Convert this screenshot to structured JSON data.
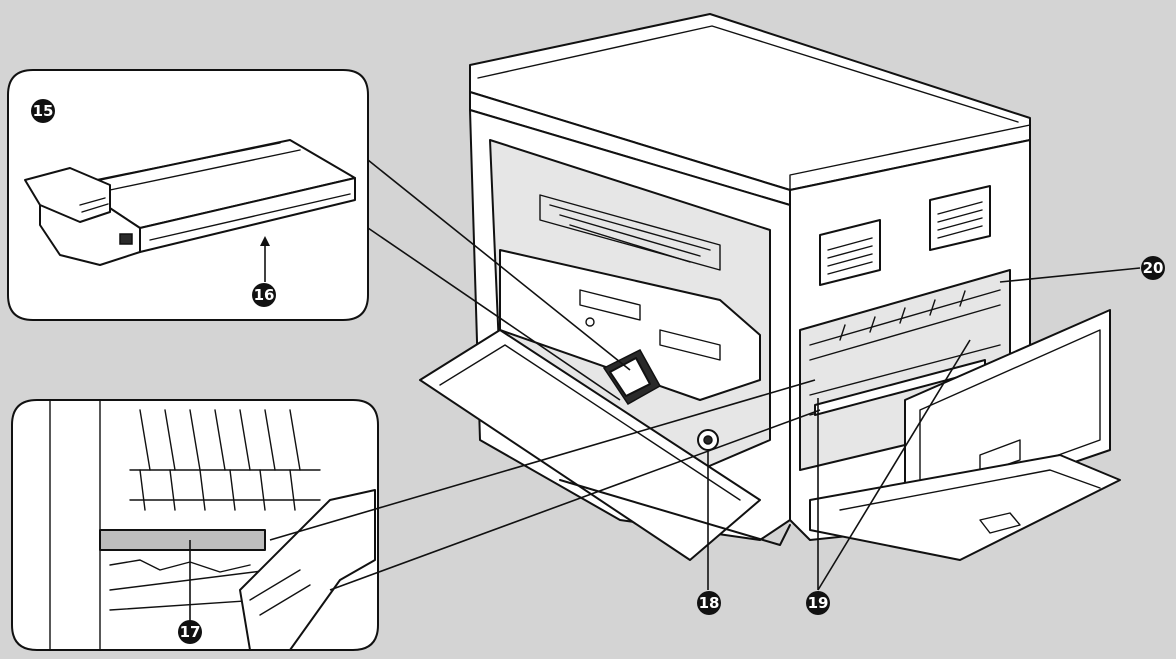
{
  "callouts": [
    {
      "id": "15",
      "label": "15"
    },
    {
      "id": "16",
      "label": "16"
    },
    {
      "id": "17",
      "label": "17"
    },
    {
      "id": "18",
      "label": "18"
    },
    {
      "id": "19",
      "label": "19"
    },
    {
      "id": "20",
      "label": "20"
    }
  ],
  "colors": {
    "background": "#d4d4d4",
    "line": "#111111",
    "fill": "#ffffff"
  }
}
